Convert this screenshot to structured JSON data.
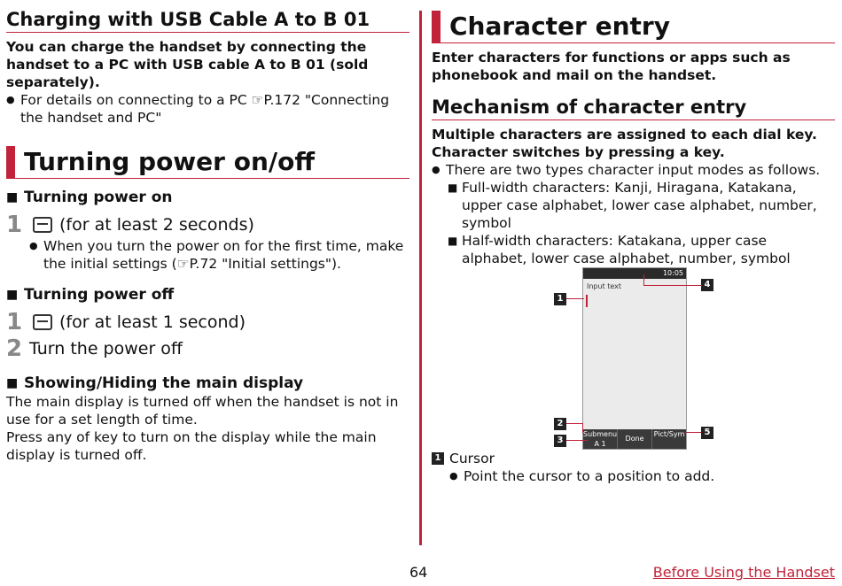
{
  "left": {
    "usb_title": "Charging with USB Cable A to B 01",
    "usb_para": "You can charge the handset by connecting the handset to a PC with USB cable A to B 01 (sold separately).",
    "usb_bullet": "For details on connecting to a PC ☞P.172 \"Connecting the handset and PC\"",
    "power_title": "Turning power on/off",
    "on_head": "Turning power on",
    "on_step1": "(for at least 2 seconds)",
    "on_bullet": "When you turn the power on for the first time, make the initial settings (☞P.72 \"Initial settings\").",
    "off_head": "Turning power off",
    "off_step1": "(for at least 1 second)",
    "off_step2": "Turn the power off",
    "display_head": "Showing/Hiding the main display",
    "display_p1": "The main display is turned off when the handset is not in use for a set length of time.",
    "display_p2": "Press any of key to turn on the display while the main display is turned off."
  },
  "right": {
    "char_title": "Character entry",
    "char_para": "Enter characters for functions or apps such as phonebook and mail on the handset.",
    "mech_title": "Mechanism of character entry",
    "mech_bold": "Multiple characters are assigned to each dial key. Character switches by pressing a key.",
    "mech_bullet": "There are two types character input modes as follows.",
    "full_width": "Full-width characters: Kanji, Hiragana, Katakana, upper case alphabet, lower case alphabet, number, symbol",
    "half_width": "Half-width characters: Katakana, upper case alphabet, lower case alphabet, number, symbol",
    "cursor_label": "Cursor",
    "cursor_bullet": "Point the cursor to a position to add."
  },
  "phone": {
    "time": "10:05",
    "input_label": "Input text",
    "submenu": "Submenu",
    "mode": "A 1",
    "done": "Done",
    "pict": "Pict/Sym",
    "callouts": [
      "1",
      "2",
      "3",
      "4",
      "5"
    ]
  },
  "footer": {
    "page_number": "64",
    "section_link": "Before Using the Handset"
  },
  "steps": {
    "one": "1",
    "two": "2"
  }
}
